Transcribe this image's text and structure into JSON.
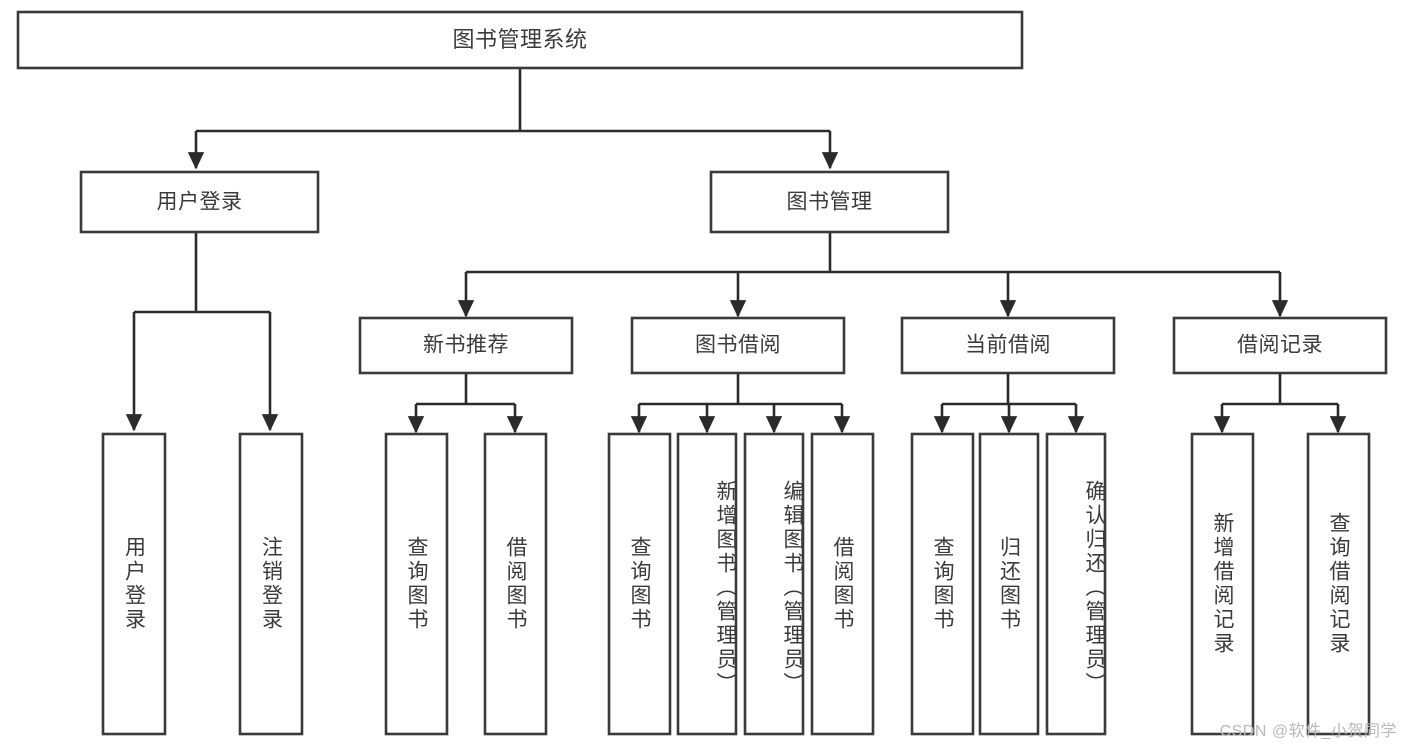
{
  "diagram": {
    "type": "tree-hierarchy-chart",
    "title": "图书管理系统",
    "orientation": "top-down",
    "colors": {
      "box_border": "#3a3a3a",
      "box_fill": "#ffffff",
      "connector": "#2b2b2b",
      "text": "#3b3b3b",
      "background": "#ffffff",
      "watermark": "#b9b9b9"
    },
    "root": {
      "label": "图书管理系统"
    },
    "level2": [
      {
        "label": "用户登录"
      },
      {
        "label": "图书管理"
      }
    ],
    "level3": [
      {
        "label": "新书推荐"
      },
      {
        "label": "图书借阅"
      },
      {
        "label": "当前借阅"
      },
      {
        "label": "借阅记录"
      }
    ],
    "leaves": {
      "user_login": [
        {
          "label": "用户登录"
        },
        {
          "label": "注销登录"
        }
      ],
      "new_book_recommend": [
        {
          "label": "查询图书"
        },
        {
          "label": "借阅图书"
        }
      ],
      "book_borrow": [
        {
          "label": "查询图书"
        },
        {
          "label": "新增图书（管理员）"
        },
        {
          "label": "编辑图书（管理员）"
        },
        {
          "label": "借阅图书"
        }
      ],
      "current_borrow": [
        {
          "label": "查询图书"
        },
        {
          "label": "归还图书"
        },
        {
          "label": "确认归还（管理员）"
        }
      ],
      "borrow_record": [
        {
          "label": "新增借阅记录"
        },
        {
          "label": "查询借阅记录"
        }
      ]
    }
  },
  "watermark": {
    "text": "CSDN @软件_小贺同学"
  }
}
